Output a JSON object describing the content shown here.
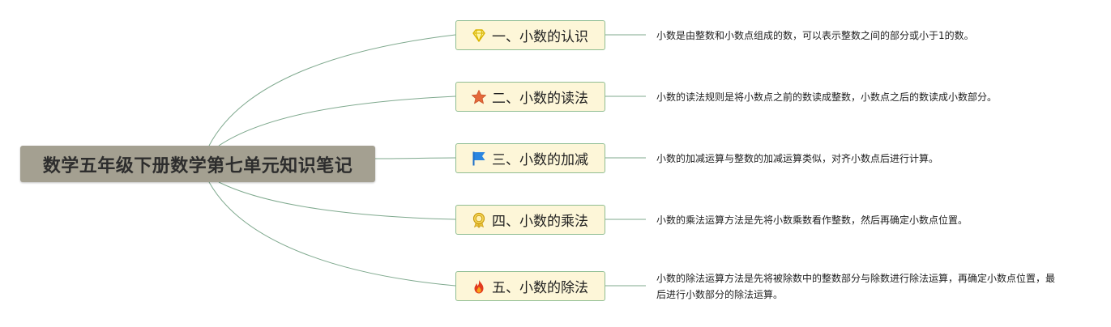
{
  "root": {
    "title": "数学五年级下册数学第七单元知识笔记"
  },
  "branches": [
    {
      "label": "一、小数的认识",
      "icon": "gem-icon",
      "note": "小数是由整数和小数点组成的数，可以表示整数之间的部分或小于1的数。"
    },
    {
      "label": "二、小数的读法",
      "icon": "star-icon",
      "note": "小数的读法规则是将小数点之前的数读成整数，小数点之后的数读成小数部分。"
    },
    {
      "label": "三、小数的加减",
      "icon": "flag-icon",
      "note": "小数的加减运算与整数的加减运算类似，对齐小数点后进行计算。"
    },
    {
      "label": "四、小数的乘法",
      "icon": "award-icon",
      "note": "小数的乘法运算方法是先将小数乘数看作整数，然后再确定小数点位置。"
    },
    {
      "label": "五、小数的除法",
      "icon": "fire-icon",
      "note": "小数的除法运算方法是先将被除数中的整数部分与除数进行除法运算，再确定小数点位置，最后进行小数部分的除法运算。"
    }
  ],
  "colors": {
    "connector": "#7fa98e",
    "root_background": "#a4a091",
    "branch_background": "#fdf6d8",
    "branch_border": "#8fbd92"
  }
}
